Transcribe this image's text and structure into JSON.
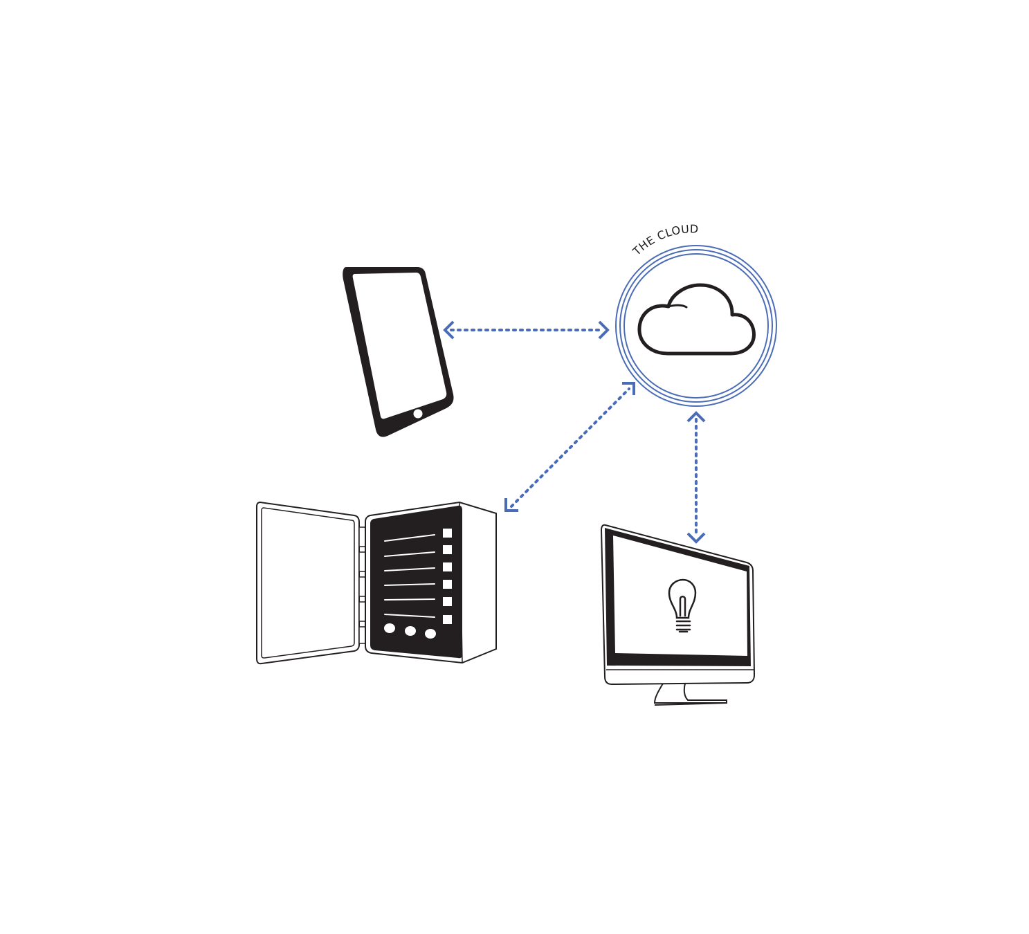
{
  "cloud": {
    "label": "THE CLOUD",
    "ring_color": "#4a6bb5"
  },
  "colors": {
    "connector": "#4a6bb5",
    "device": "#231f20",
    "background": "#ffffff"
  },
  "nodes": [
    {
      "id": "cloud",
      "icon": "cloud-icon"
    },
    {
      "id": "tablet",
      "icon": "tablet-icon"
    },
    {
      "id": "server",
      "icon": "server-cabinet-icon"
    },
    {
      "id": "monitor",
      "icon": "desktop-monitor-icon"
    }
  ],
  "connections": [
    {
      "from": "tablet",
      "to": "cloud",
      "style": "dotted",
      "arrows": "both"
    },
    {
      "from": "server",
      "to": "cloud",
      "style": "dotted",
      "arrows": "both"
    },
    {
      "from": "monitor",
      "to": "cloud",
      "style": "dotted",
      "arrows": "both"
    }
  ]
}
